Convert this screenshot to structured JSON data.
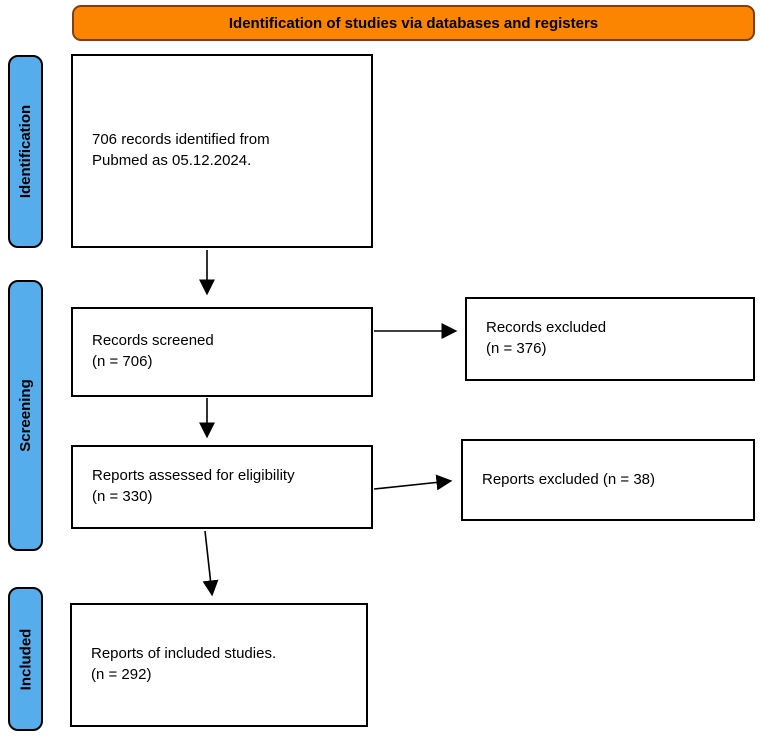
{
  "title": "Identification of studies via databases and registers",
  "stages": [
    {
      "label": "Identification"
    },
    {
      "label": "Screening"
    },
    {
      "label": "Included"
    }
  ],
  "boxes": {
    "identified": {
      "line1": "706 records identified from",
      "line2": "Pubmed as 05.12.2024."
    },
    "screened": {
      "line1": "Records screened",
      "line2": "(n = 706)"
    },
    "records_excluded": {
      "line1": "Records excluded",
      "line2": "(n = 376)"
    },
    "assessed": {
      "line1": "Reports assessed for eligibility",
      "line2": "(n = 330)"
    },
    "reports_excluded": {
      "line1": "Reports excluded (n = 38)"
    },
    "included": {
      "line1": "Reports of included studies.",
      "line2": "(n = 292)"
    }
  },
  "colors": {
    "header_bg": "#FB8500",
    "header_border": "#843C0B",
    "stage_bg": "#55ADEC",
    "box_border": "#000000",
    "arrow": "#000000"
  }
}
